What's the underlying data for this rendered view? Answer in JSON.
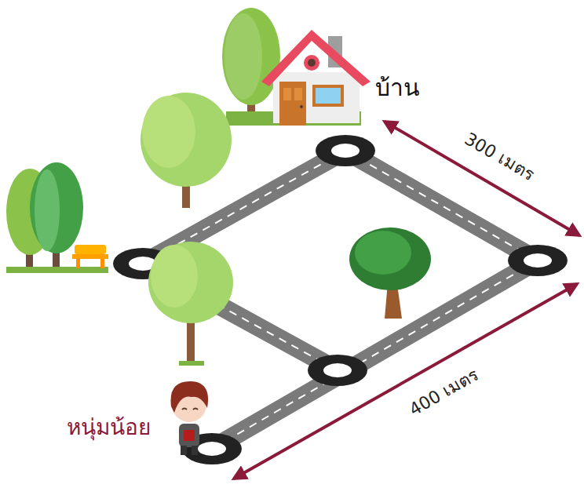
{
  "diagram": {
    "labels": [
      "บ้าน",
      "300 เมตร",
      "400 เมตร",
      "หนุ่มน้อย"
    ]
  }
}
